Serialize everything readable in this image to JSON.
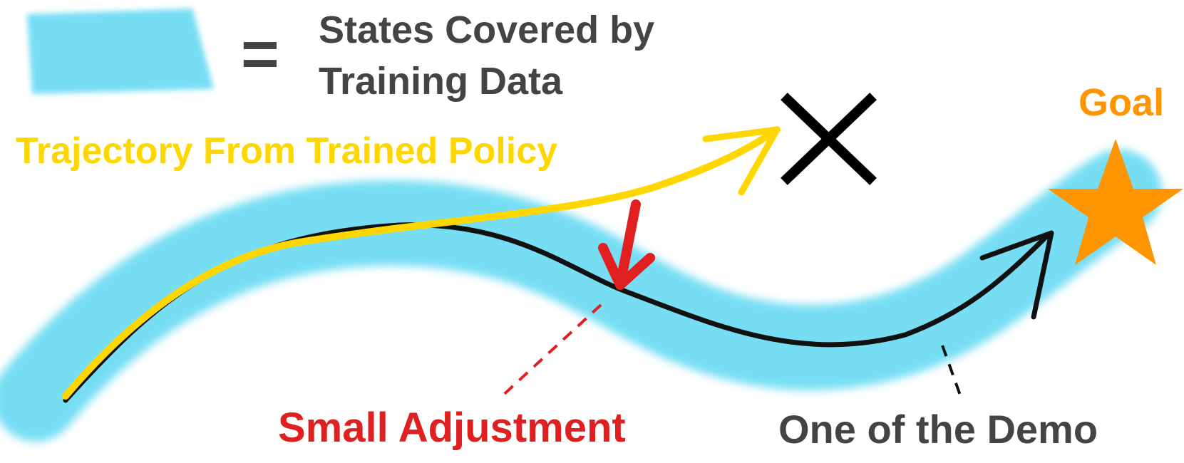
{
  "legend": {
    "line1": "States Covered by",
    "line2": "Training Data",
    "equals": "="
  },
  "labels": {
    "trajectory": "Trajectory From Trained Policy",
    "goal": "Goal",
    "small_adjustment": "Small Adjustment",
    "demo": "One of the Demo"
  },
  "colors": {
    "band": "#5fd8f2",
    "trajectory": "#ffd700",
    "goal": "#ff9500",
    "adjustment": "#e02020",
    "demo": "#111111",
    "text_dark": "#444444",
    "fail_mark": "#000000"
  },
  "icons": {
    "goal": "star-icon",
    "failure": "x-mark-icon"
  }
}
